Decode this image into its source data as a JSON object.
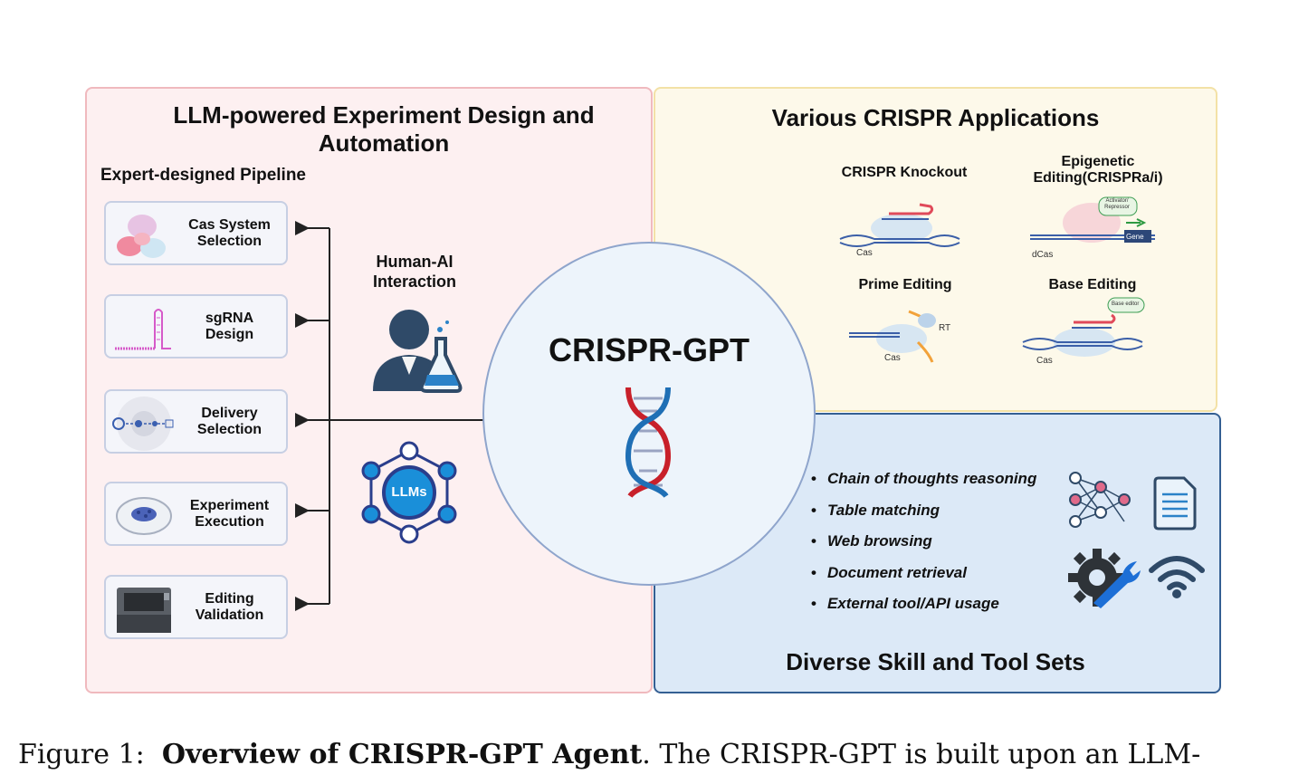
{
  "left_panel": {
    "title_line1": "LLM-powered Experiment Design and",
    "title_line2": "Automation",
    "pipeline_label": "Expert-designed Pipeline",
    "steps": [
      {
        "line1": "Cas System",
        "line2": "Selection"
      },
      {
        "line1": "sgRNA",
        "line2": "Design"
      },
      {
        "line1": "Delivery",
        "line2": "Selection"
      },
      {
        "line1": "Experiment",
        "line2": "Execution"
      },
      {
        "line1": "Editing",
        "line2": "Validation"
      }
    ],
    "human_ai_line1": "Human-AI",
    "human_ai_line2": "Interaction",
    "llms_label": "LLMs"
  },
  "center": {
    "title": "CRISPR-GPT"
  },
  "top_right_panel": {
    "title": "Various CRISPR Applications",
    "apps": [
      {
        "label_line1": "CRISPR Knockout",
        "label_line2": "",
        "sub": "Cas"
      },
      {
        "label_line1": "Epigenetic",
        "label_line2": "Editing(CRISPRa/i)",
        "sub": "dCas",
        "tag1": "Activator/",
        "tag2": "Repressor",
        "gene": "Gene"
      },
      {
        "label_line1": "Prime Editing",
        "label_line2": "",
        "sub": "Cas",
        "rt": "RT"
      },
      {
        "label_line1": "Base Editing",
        "label_line2": "",
        "sub": "Cas",
        "tag": "Base editor"
      }
    ]
  },
  "bottom_right_panel": {
    "title": "Diverse Skill and Tool Sets",
    "skills": [
      "Chain of thoughts reasoning",
      "Table matching",
      "Web browsing",
      "Document retrieval",
      "External tool/API usage"
    ]
  },
  "caption": {
    "prefix": "Figure 1:",
    "bold": "Overview of CRISPR-GPT Agent",
    "rest": ".  The CRISPR-GPT is built upon an LLM-"
  },
  "colors": {
    "left_bg": "#fdf0f1",
    "tr_bg": "#fdf9ea",
    "br_bg": "#dce9f7",
    "accent_blue": "#1d6fd6",
    "dna_red": "#c8202a",
    "dna_blue": "#1f6fb5"
  }
}
